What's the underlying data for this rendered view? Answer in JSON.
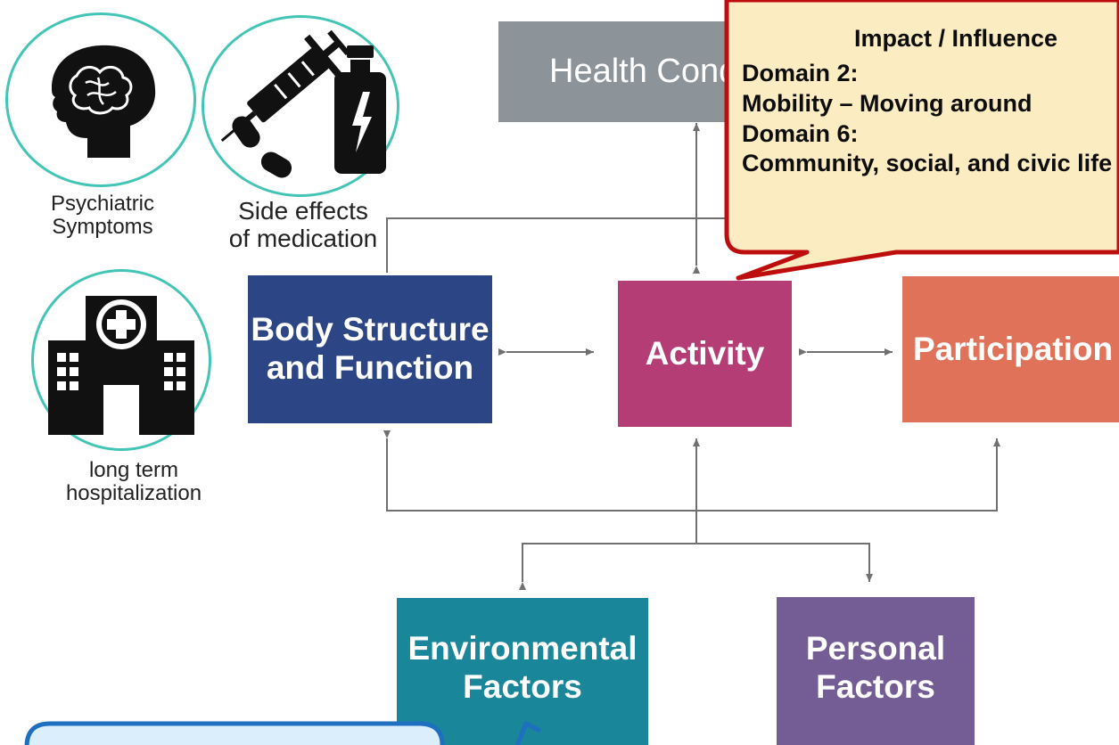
{
  "boxes": {
    "health_condition": "Health Condition",
    "body_structure_line1": "Body Structure",
    "body_structure_line2": "and Function",
    "activity": "Activity",
    "participation": "Participation",
    "environmental_line1": "Environmental",
    "environmental_line2": "Factors",
    "personal_line1": "Personal",
    "personal_line2": "Factors"
  },
  "icons": {
    "psychiatric_line1": "Psychiatric",
    "psychiatric_line2": "Symptoms",
    "side_effects_line1": "Side effects",
    "side_effects_line2": "of medication",
    "hospital_line1": "long term",
    "hospital_line2": "hospitalization"
  },
  "callout": {
    "title": "Impact / Influence",
    "line1": "Domain 2:",
    "line2": "Mobility – Moving around",
    "line3": "Domain 6:",
    "line4": "Community, social, and civic life"
  },
  "colors": {
    "health_condition": "#8c9399",
    "body_structure": "#2c4584",
    "activity": "#b33d74",
    "participation": "#e0725a",
    "environmental": "#198699",
    "personal": "#745d94",
    "icon_ring": "#43c5b6",
    "callout_fill": "#fcecc2",
    "callout_border": "#bd0d0d",
    "bottom_note_border": "#1e6fc0"
  }
}
